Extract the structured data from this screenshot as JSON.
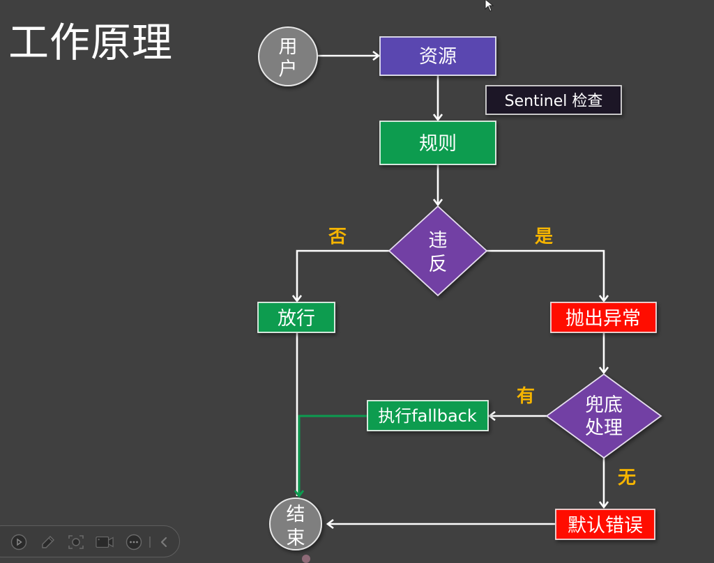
{
  "slide": {
    "title": "工作原理",
    "colors": {
      "background": "#404040",
      "resource": "#5a46b0",
      "rule": "#0c9c50",
      "decision": "#7240a4",
      "exception": "#ff1100",
      "terminal": "#7f7f7f",
      "check_box": "#1b1326",
      "branch_label": "#f5b400",
      "fallback_connector": "#0c9c50"
    }
  },
  "flowchart": {
    "nodes": {
      "user": {
        "line1": "用",
        "line2": "户",
        "shape": "circle"
      },
      "resource": {
        "label": "资源",
        "shape": "rect"
      },
      "sentinel_check": {
        "label": "Sentinel 检查",
        "shape": "rect"
      },
      "rule": {
        "label": "规则",
        "shape": "rect"
      },
      "violate": {
        "line1": "违",
        "line2": "反",
        "shape": "diamond"
      },
      "pass": {
        "label": "放行",
        "shape": "rect"
      },
      "throw_exception": {
        "label": "抛出异常",
        "shape": "rect"
      },
      "fallback_handling": {
        "line1": "兜底",
        "line2": "处理",
        "shape": "diamond"
      },
      "execute_fallback": {
        "label": "执行fallback",
        "shape": "rect"
      },
      "default_error": {
        "label": "默认错误",
        "shape": "rect"
      },
      "end": {
        "line1": "结",
        "line2": "束",
        "shape": "circle"
      }
    },
    "edge_labels": {
      "no": "否",
      "yes": "是",
      "has": "有",
      "none": "无"
    },
    "edges": [
      {
        "from": "user",
        "to": "resource"
      },
      {
        "from": "resource",
        "to": "rule"
      },
      {
        "from": "rule",
        "to": "violate"
      },
      {
        "from": "violate",
        "to": "pass",
        "label": "否"
      },
      {
        "from": "violate",
        "to": "throw_exception",
        "label": "是"
      },
      {
        "from": "throw_exception",
        "to": "fallback_handling"
      },
      {
        "from": "fallback_handling",
        "to": "execute_fallback",
        "label": "有"
      },
      {
        "from": "fallback_handling",
        "to": "default_error",
        "label": "无"
      },
      {
        "from": "pass",
        "to": "end"
      },
      {
        "from": "execute_fallback",
        "to": "end"
      },
      {
        "from": "default_error",
        "to": "end"
      }
    ]
  },
  "toolbar": {
    "icons": [
      "play-icon",
      "pen-icon",
      "screenshot-icon",
      "camera-icon",
      "more-icon",
      "collapse-icon"
    ]
  }
}
